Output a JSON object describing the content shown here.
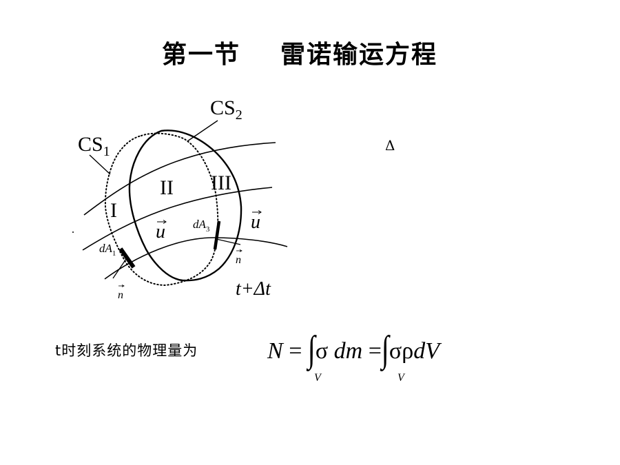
{
  "title": {
    "part1": "第一节",
    "part2": "雷诺输运方程"
  },
  "diagram": {
    "cs1_label": "CS",
    "cs1_sub": "1",
    "cs2_label": "CS",
    "cs2_sub": "2",
    "region_1": "I",
    "region_2": "II",
    "region_3": "III",
    "velocity_left": "u",
    "velocity_right": "u",
    "dA1": "dA",
    "dA1_sub": "1",
    "dA3": "dA",
    "dA3_sub": "3",
    "normal_left": "n",
    "normal_right": "n",
    "time_label": "t+Δt"
  },
  "delta_symbol": "Δ",
  "caption": "t时刻系统的物理量为",
  "formula": {
    "lhs": "N",
    "eq1": "=",
    "integral": "∫",
    "sigma1": "σ",
    "dm": "dm",
    "eq2": "=",
    "sigma2": "σρ",
    "dV": "dV",
    "subscript_V1": "V",
    "subscript_V2": "V"
  }
}
